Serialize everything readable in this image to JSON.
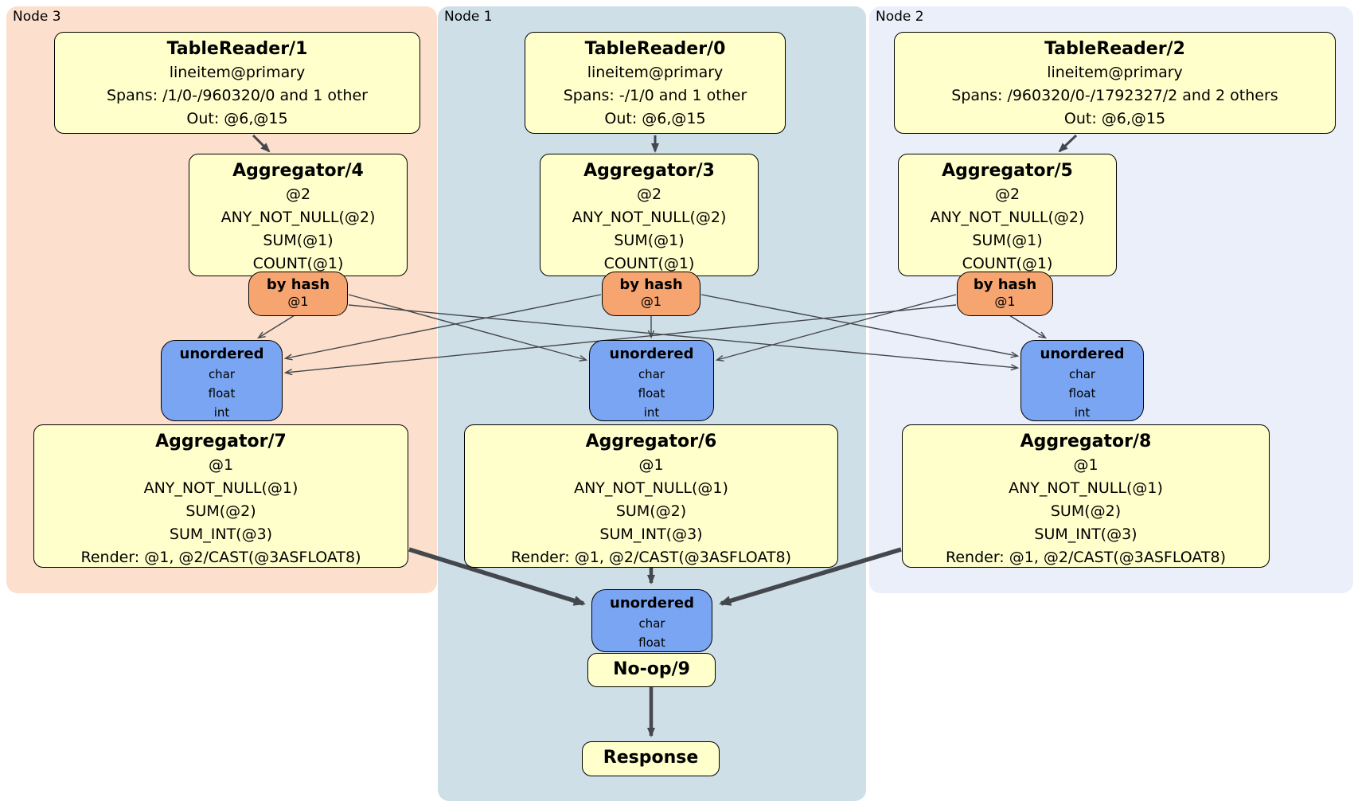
{
  "colors": {
    "region_node3": "#fcdfcc",
    "region_node1": "#cfdfe8",
    "region_node2": "#eaeffa",
    "box_fill": "#ffffcc",
    "router_fill": "#f6a570",
    "sync_fill": "#7aa5f2",
    "edge": "#44484c"
  },
  "regions": {
    "node3": {
      "label": "Node 3"
    },
    "node1": {
      "label": "Node 1"
    },
    "node2": {
      "label": "Node 2"
    }
  },
  "processors": {
    "tablereader1": {
      "title": "TableReader/1",
      "lines": [
        "lineitem@primary",
        "Spans: /1/0-/960320/0 and 1 other",
        "Out: @6,@15"
      ]
    },
    "tablereader0": {
      "title": "TableReader/0",
      "lines": [
        "lineitem@primary",
        "Spans: -/1/0 and 1 other",
        "Out: @6,@15"
      ]
    },
    "tablereader2": {
      "title": "TableReader/2",
      "lines": [
        "lineitem@primary",
        "Spans: /960320/0-/1792327/2 and 2 others",
        "Out: @6,@15"
      ]
    },
    "aggregator4": {
      "title": "Aggregator/4",
      "lines": [
        "@2",
        "ANY_NOT_NULL(@2)",
        "SUM(@1)",
        "COUNT(@1)"
      ]
    },
    "aggregator3": {
      "title": "Aggregator/3",
      "lines": [
        "@2",
        "ANY_NOT_NULL(@2)",
        "SUM(@1)",
        "COUNT(@1)"
      ]
    },
    "aggregator5": {
      "title": "Aggregator/5",
      "lines": [
        "@2",
        "ANY_NOT_NULL(@2)",
        "SUM(@1)",
        "COUNT(@1)"
      ]
    },
    "aggregator7": {
      "title": "Aggregator/7",
      "lines": [
        "@1",
        "ANY_NOT_NULL(@1)",
        "SUM(@2)",
        "SUM_INT(@3)",
        "Render: @1, @2/CAST(@3ASFLOAT8)"
      ]
    },
    "aggregator6": {
      "title": "Aggregator/6",
      "lines": [
        "@1",
        "ANY_NOT_NULL(@1)",
        "SUM(@2)",
        "SUM_INT(@3)",
        "Render: @1, @2/CAST(@3ASFLOAT8)"
      ]
    },
    "aggregator8": {
      "title": "Aggregator/8",
      "lines": [
        "@1",
        "ANY_NOT_NULL(@1)",
        "SUM(@2)",
        "SUM_INT(@3)",
        "Render: @1, @2/CAST(@3ASFLOAT8)"
      ]
    },
    "noop": {
      "title": "No-op/9"
    },
    "response": {
      "title": "Response"
    }
  },
  "routers": {
    "byhash_node3": {
      "title": "by hash",
      "detail": "@1"
    },
    "byhash_node1": {
      "title": "by hash",
      "detail": "@1"
    },
    "byhash_node2": {
      "title": "by hash",
      "detail": "@1"
    }
  },
  "syncs": {
    "unordered_node3": {
      "title": "unordered",
      "columns": [
        "char",
        "float",
        "int"
      ]
    },
    "unordered_node1": {
      "title": "unordered",
      "columns": [
        "char",
        "float",
        "int"
      ]
    },
    "unordered_node2": {
      "title": "unordered",
      "columns": [
        "char",
        "float",
        "int"
      ]
    },
    "unordered_final": {
      "title": "unordered",
      "columns": [
        "char",
        "float"
      ]
    }
  }
}
